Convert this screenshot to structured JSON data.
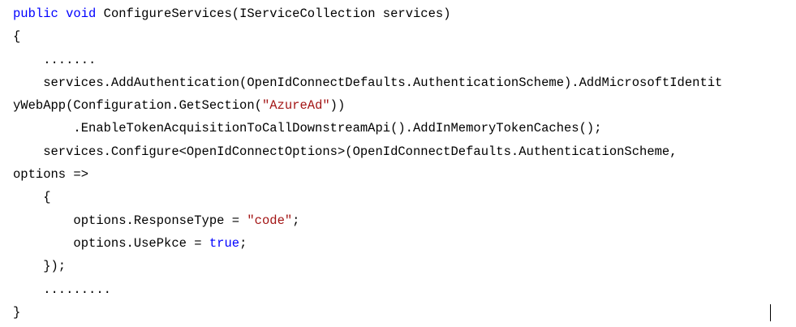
{
  "colors": {
    "keyword": "#0000ff",
    "string": "#a31515",
    "text": "#000000"
  },
  "lines": [
    {
      "tokens": [
        {
          "t": "kw",
          "text": "public"
        },
        {
          "t": "p",
          "text": " "
        },
        {
          "t": "kw",
          "text": "void"
        },
        {
          "t": "p",
          "text": " ConfigureServices(IServiceCollection services)"
        }
      ]
    },
    {
      "tokens": [
        {
          "t": "p",
          "text": "{"
        }
      ]
    },
    {
      "tokens": [
        {
          "t": "p",
          "text": "    ......."
        }
      ]
    },
    {
      "tokens": [
        {
          "t": "p",
          "text": "    services.AddAuthentication(OpenIdConnectDefaults.AuthenticationScheme).AddMicrosoftIdentit"
        }
      ]
    },
    {
      "tokens": [
        {
          "t": "p",
          "text": "yWebApp(Configuration.GetSection("
        },
        {
          "t": "str",
          "text": "\"AzureAd\""
        },
        {
          "t": "p",
          "text": "))"
        }
      ]
    },
    {
      "tokens": [
        {
          "t": "p",
          "text": "        .EnableTokenAcquisitionToCallDownstreamApi().AddInMemoryTokenCaches();"
        }
      ]
    },
    {
      "tokens": [
        {
          "t": "p",
          "text": "    services.Configure<OpenIdConnectOptions>(OpenIdConnectDefaults.AuthenticationScheme,"
        }
      ]
    },
    {
      "tokens": [
        {
          "t": "p",
          "text": "options =>"
        }
      ]
    },
    {
      "tokens": [
        {
          "t": "p",
          "text": "    {"
        }
      ]
    },
    {
      "tokens": [
        {
          "t": "p",
          "text": "        options.ResponseType = "
        },
        {
          "t": "str",
          "text": "\"code\""
        },
        {
          "t": "p",
          "text": ";"
        }
      ]
    },
    {
      "tokens": [
        {
          "t": "p",
          "text": "        options.UsePkce = "
        },
        {
          "t": "kw",
          "text": "true"
        },
        {
          "t": "p",
          "text": ";"
        }
      ]
    },
    {
      "tokens": [
        {
          "t": "p",
          "text": "    });"
        }
      ]
    },
    {
      "tokens": [
        {
          "t": "p",
          "text": "    ........."
        }
      ]
    },
    {
      "tokens": [
        {
          "t": "p",
          "text": "}"
        }
      ]
    }
  ]
}
